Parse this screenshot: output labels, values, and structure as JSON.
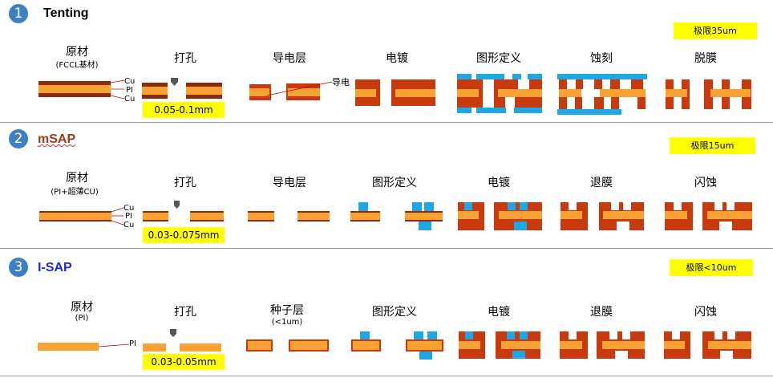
{
  "sections": [
    {
      "num": "1",
      "title": "Tenting",
      "title_color": "#000000",
      "limit": "极限35um",
      "material": {
        "label": "原材",
        "sub": "(FCCL基材)"
      },
      "steps": [
        "打孔",
        "导电层",
        "电镀",
        "图形定义",
        "蚀刻",
        "脱膜"
      ],
      "hole_range": "0.05-0.1mm",
      "layers": [
        "Cu",
        "PI",
        "Cu"
      ],
      "callout": "导电"
    },
    {
      "num": "2",
      "title": "mSAP",
      "title_color": "#9c3b11",
      "limit": "极限15um",
      "material": {
        "label": "原材",
        "sub": "(PI+超薄CU)"
      },
      "steps": [
        "打孔",
        "导电层",
        "图形定义",
        "电镀",
        "退膜",
        "闪蚀"
      ],
      "hole_range": "0.03-0.075mm",
      "layers": [
        "Cu",
        "PI",
        "Cu"
      ]
    },
    {
      "num": "3",
      "title": "I-SAP",
      "title_color": "#1a2ad6",
      "limit": "极限<10um",
      "material": {
        "label": "原材",
        "sub": "(PI)"
      },
      "steps": [
        "打孔",
        "种子层",
        "图形定义",
        "电镀",
        "退膜",
        "闪蚀"
      ],
      "seed_sub": "(<1um)",
      "hole_range": "0.03-0.05mm",
      "layers": [
        "PI"
      ]
    }
  ],
  "colors": {
    "copper": "#c8390e",
    "pi": "#f7a233",
    "dark_copper": "#8b2a0c",
    "resist": "#1ea7e6",
    "drill": "#555555",
    "badge": "#3d7fc4",
    "highlight": "#ffff00"
  }
}
